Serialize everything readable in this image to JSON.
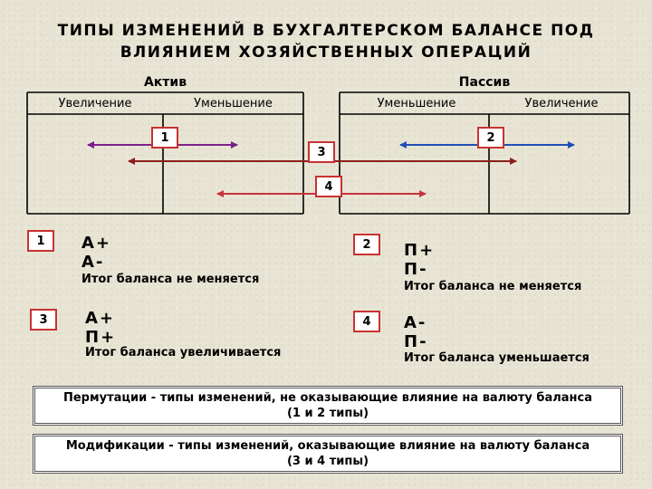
{
  "title_line1": "ТИПЫ ИЗМЕНЕНИЙ В БУХГАЛТЕРСКОМ БАЛАНСЕ ПОД",
  "title_line2": "ВЛИЯНИЕМ ХОЗЯЙСТВЕННЫХ ОПЕРАЦИЙ",
  "table": {
    "aktiv": "Актив",
    "passiv": "Пассив",
    "aktiv_increase": "Увеличение",
    "aktiv_decrease": "Уменьшение",
    "passiv_decrease": "Уменьшение",
    "passiv_increase": "Увеличение"
  },
  "arrows": [
    {
      "number": "1",
      "color": "#7b1f8a"
    },
    {
      "number": "2",
      "color": "#1f4fb5"
    },
    {
      "number": "3",
      "color": "#8b1f1f"
    },
    {
      "number": "4",
      "color": "#c8323c"
    }
  ],
  "types": [
    {
      "number": "1",
      "line1": "А+",
      "line2": "А-",
      "note": "Итог баланса не меняется"
    },
    {
      "number": "2",
      "line1": "П+",
      "line2": "П-",
      "note": "Итог баланса не меняется"
    },
    {
      "number": "3",
      "line1": "А+",
      "line2": "П+",
      "note": "Итог баланса увеличивается"
    },
    {
      "number": "4",
      "line1": "А-",
      "line2": "П-",
      "note": "Итог баланса уменьшается"
    }
  ],
  "definitions": [
    {
      "line1": "Пермутации - типы изменений, не оказывающие влияние на валюту баланса",
      "line2": "(1 и 2 типы)"
    },
    {
      "line1": "Модификации - типы изменений, оказывающие влияние на валюту баланса",
      "line2": "(3 и 4 типы)"
    }
  ]
}
